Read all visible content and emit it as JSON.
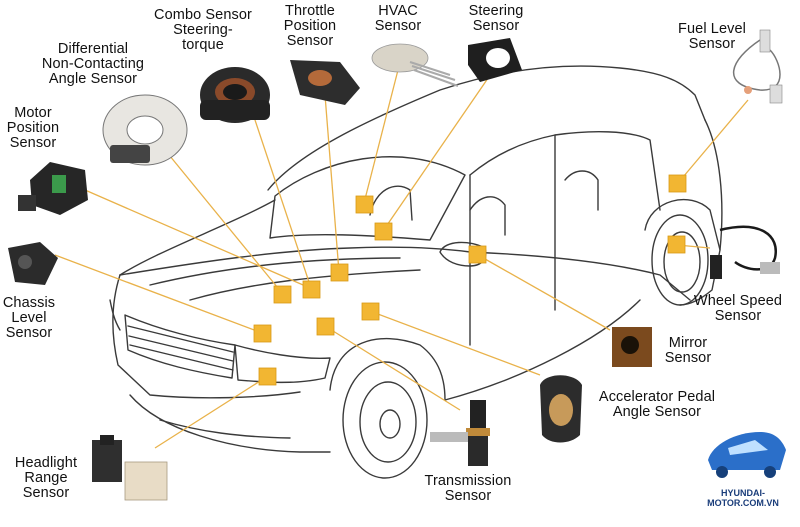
{
  "labels": {
    "combo": "Combo Sensor\nSteering-\ntorque",
    "throttle": "Throttle\nPosition\nSensor",
    "hvac": "HVAC\nSensor",
    "steering": "Steering\nSensor",
    "fuel": "Fuel Level\nSensor",
    "differential": "Differential\nNon-Contacting\nAngle Sensor",
    "motor": "Motor\nPosition\nSensor",
    "chassis": "Chassis\nLevel\nSensor",
    "wheel": "Wheel Speed\nSensor",
    "mirror": "Mirror\nSensor",
    "accelerator": "Accelerator Pedal\nAngle Sensor",
    "headlight": "Headlight\nRange\nSensor",
    "transmission": "Transmission\nSensor"
  },
  "brand": {
    "text": "HYUNDAI-MOTOR.COM.VN"
  },
  "colors": {
    "marker": "#f2b632",
    "leader": "#e9b24a",
    "outline": "#3a3a3a"
  }
}
